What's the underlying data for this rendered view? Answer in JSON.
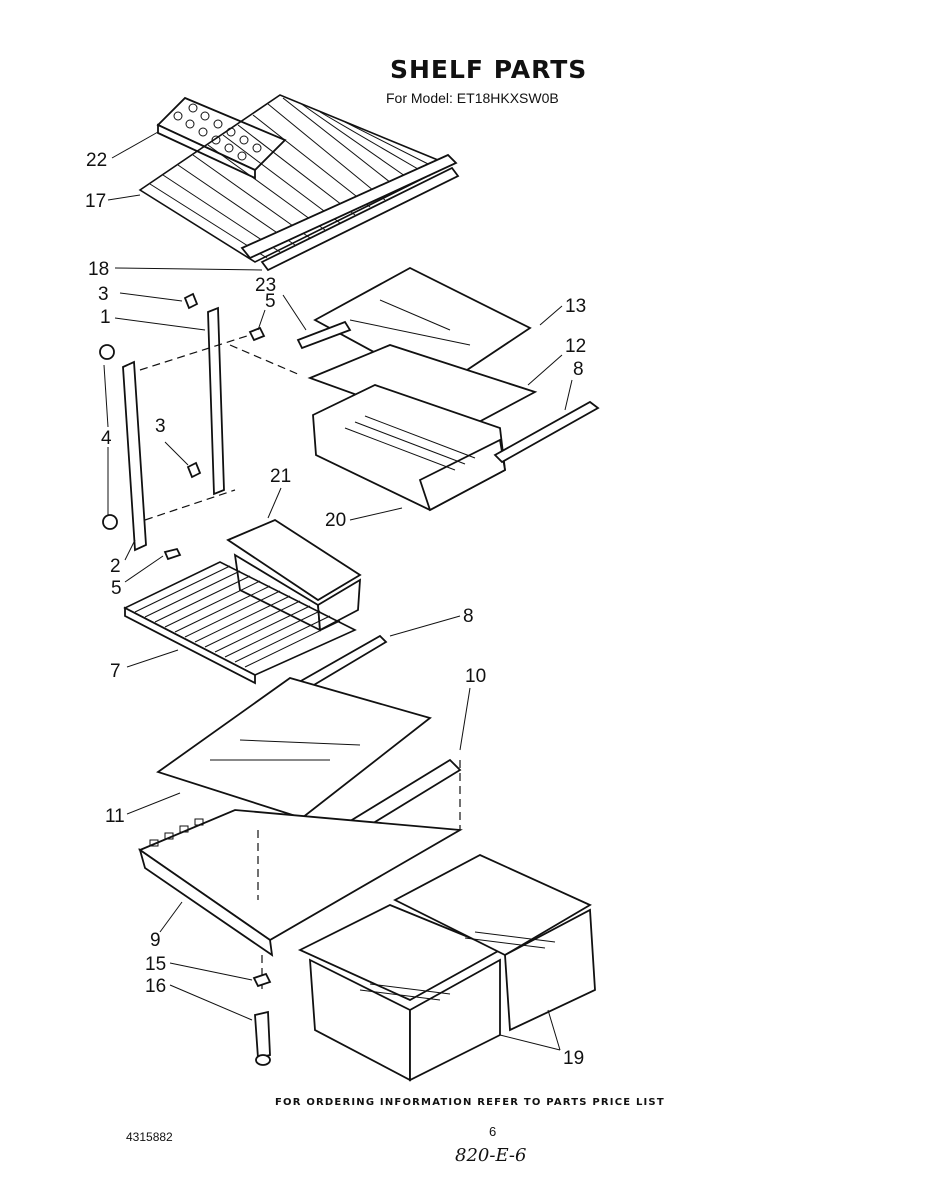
{
  "header": {
    "title": "SHELF PARTS",
    "subtitle": "For Model: ET18HKXSW0B"
  },
  "footer": {
    "ordering_note": "FOR ORDERING INFORMATION REFER TO PARTS PRICE LIST",
    "document_number": "4315882",
    "page_number": "6",
    "handwritten_note": "820-E-6"
  },
  "callouts": [
    "22",
    "17",
    "18",
    "23",
    "3",
    "5",
    "1",
    "13",
    "12",
    "8",
    "4",
    "3",
    "21",
    "20",
    "2",
    "5",
    "8",
    "7",
    "10",
    "11",
    "9",
    "15",
    "16",
    "19"
  ]
}
